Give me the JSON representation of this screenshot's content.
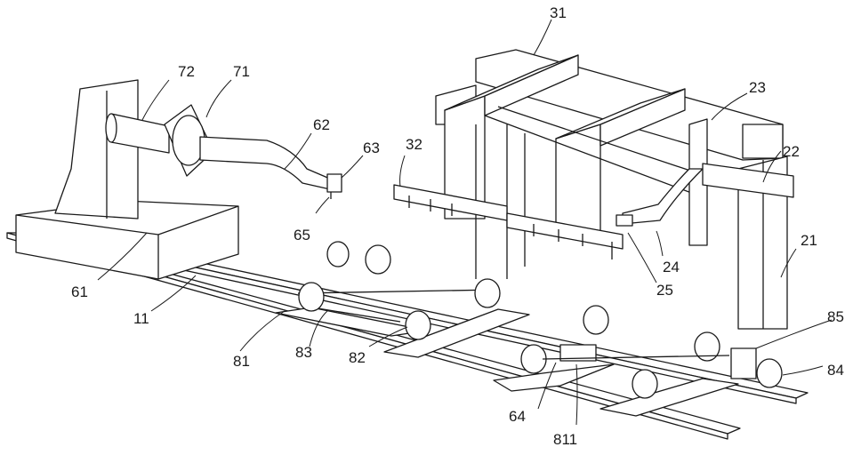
{
  "labels": {
    "l11": "11",
    "l21": "21",
    "l22": "22",
    "l23": "23",
    "l24": "24",
    "l25": "25",
    "l31": "31",
    "l32": "32",
    "l61": "61",
    "l62": "62",
    "l63": "63",
    "l64": "64",
    "l65": "65",
    "l71": "71",
    "l72": "72",
    "l81": "81",
    "l82": "82",
    "l83": "83",
    "l84": "84",
    "l85": "85",
    "l811": "811"
  }
}
